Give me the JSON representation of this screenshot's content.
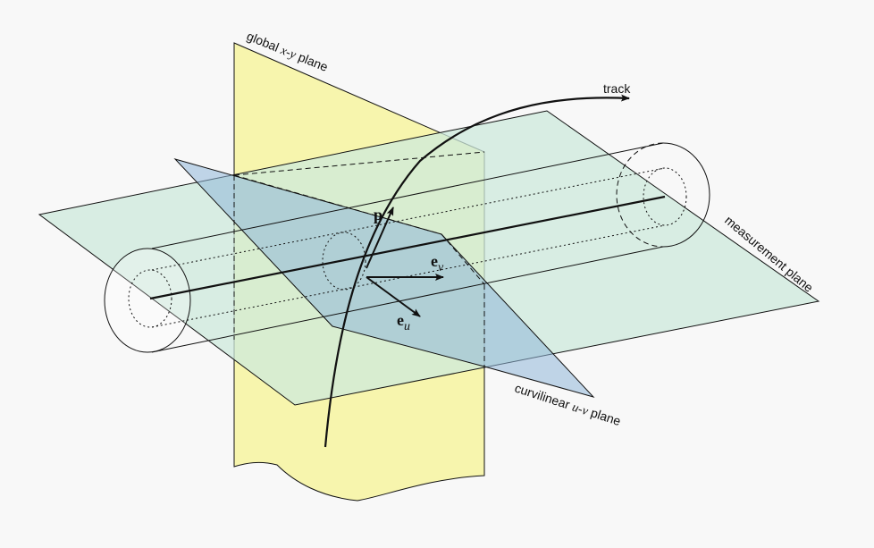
{
  "labels": {
    "global_plane_prefix": "global ",
    "global_plane_var": "x-y",
    "global_plane_suffix": " plane",
    "track": "track",
    "measurement_plane": "measurement plane",
    "curvilinear_prefix": "curvilinear ",
    "curvilinear_var": "u-v",
    "curvilinear_suffix": " plane",
    "p_vector": "p",
    "ev_base": "e",
    "ev_sub": "v",
    "eu_base": "e",
    "eu_sub": "u"
  },
  "colors": {
    "background": "#f8f8f8",
    "global_plane_fill": "#f7f4a0",
    "measurement_plane_fill": "#cde9dc",
    "curvilinear_plane_fill": "#8fb6d9",
    "stroke": "#111111"
  }
}
